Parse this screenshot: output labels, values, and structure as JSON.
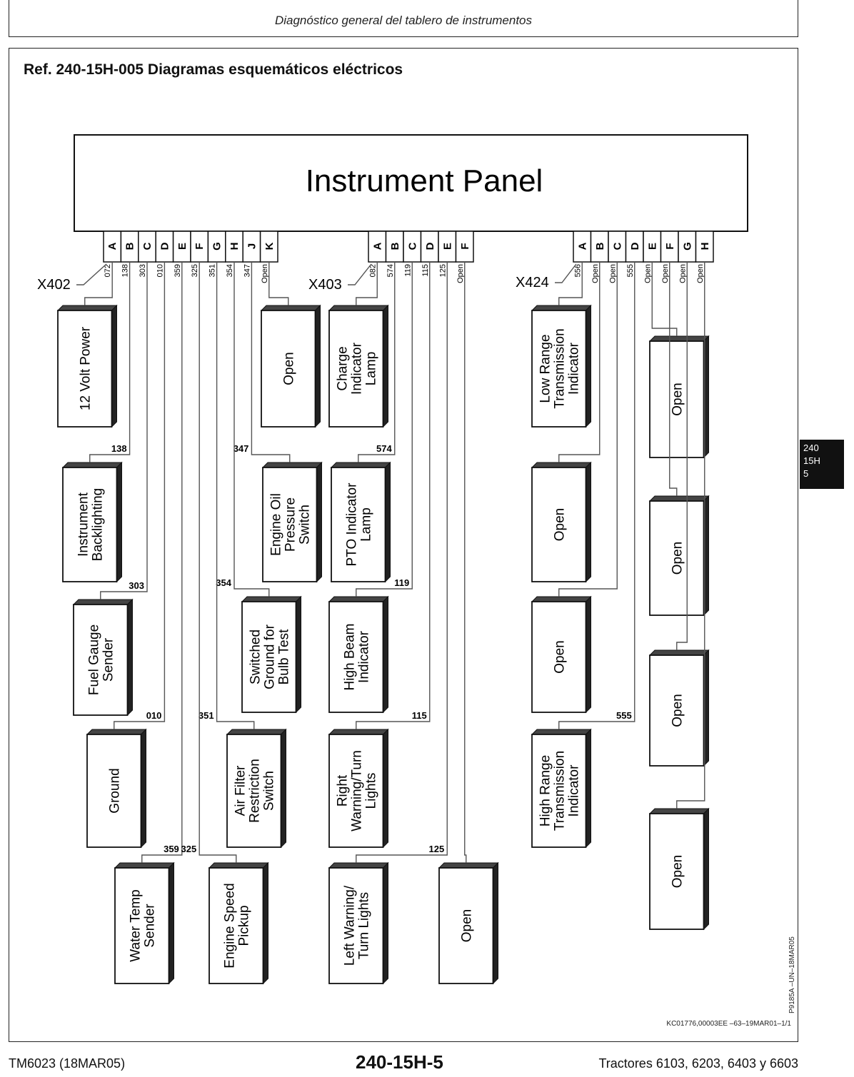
{
  "header": {
    "title": "Diagnóstico general del tablero de instrumentos"
  },
  "reference": {
    "title": "Ref. 240-15H-005 Diagramas esquemáticos eléctricos"
  },
  "panel": {
    "label": "Instrument Panel"
  },
  "connectors": [
    {
      "id": "X402",
      "pins": [
        "A",
        "B",
        "C",
        "D",
        "E",
        "F",
        "G",
        "H",
        "J",
        "K"
      ],
      "wires": [
        "072",
        "138",
        "303",
        "010",
        "359",
        "325",
        "351",
        "354",
        "347",
        "Open"
      ]
    },
    {
      "id": "X403",
      "pins": [
        "A",
        "B",
        "C",
        "D",
        "E",
        "F"
      ],
      "wires": [
        "082",
        "574",
        "119",
        "115",
        "125",
        "Open"
      ]
    },
    {
      "id": "X424",
      "pins": [
        "A",
        "B",
        "C",
        "D",
        "E",
        "F",
        "G",
        "H"
      ],
      "wires": [
        "556",
        "Open",
        "Open",
        "555",
        "Open",
        "Open",
        "Open",
        "Open"
      ]
    }
  ],
  "components": [
    {
      "label": [
        "12 Volt Power"
      ]
    },
    {
      "label": [
        "Instrument",
        "Backlighting"
      ],
      "wire": "138"
    },
    {
      "label": [
        "Fuel Gauge",
        "Sender"
      ],
      "wire": "303"
    },
    {
      "label": [
        "Ground"
      ],
      "wire": "010"
    },
    {
      "label": [
        "Water Temp",
        "Sender"
      ],
      "wire": "359"
    },
    {
      "label": [
        "Open"
      ]
    },
    {
      "label": [
        "Engine Oil",
        "Pressure",
        "Switch"
      ],
      "wire": "347"
    },
    {
      "label": [
        "Switched",
        "Ground for",
        "Bulb Test"
      ],
      "wire": "354"
    },
    {
      "label": [
        "Air Filter",
        "Restriction",
        "Switch"
      ],
      "wire": "351"
    },
    {
      "label": [
        "Engine Speed",
        "Pickup"
      ],
      "wire": "325"
    },
    {
      "label": [
        "Charge",
        "Indicator",
        "Lamp"
      ]
    },
    {
      "label": [
        "PTO Indicator",
        "Lamp"
      ],
      "wire": "574"
    },
    {
      "label": [
        "High Beam",
        "Indicator"
      ],
      "wire": "119"
    },
    {
      "label": [
        "Right",
        "Warning/Turn",
        "Lights"
      ],
      "wire": "115"
    },
    {
      "label": [
        "Left Warning/",
        "Turn Lights"
      ],
      "wire": "125"
    },
    {
      "label": [
        "Open"
      ]
    },
    {
      "label": [
        "Low Range",
        "Transmission",
        "Indicator"
      ]
    },
    {
      "label": [
        "Open"
      ]
    },
    {
      "label": [
        "Open"
      ]
    },
    {
      "label": [
        "High Range",
        "Transmission",
        "Indicator"
      ],
      "wire": "555"
    },
    {
      "label": [
        "Open"
      ]
    },
    {
      "label": [
        "Open"
      ]
    },
    {
      "label": [
        "Open"
      ]
    },
    {
      "label": [
        "Open"
      ]
    }
  ],
  "doc_code": "KC01776,00003EE   –63–19MAR01–1/1",
  "side_tab": {
    "line1": "240",
    "line2": "15H",
    "line3": "5"
  },
  "figure_code": "P9185A   –UN–18MAR05",
  "footer": {
    "left": "TM6023 (18MAR05)",
    "center": "240-15H-5",
    "right": "Tractores 6103, 6203, 6403 y 6603"
  }
}
